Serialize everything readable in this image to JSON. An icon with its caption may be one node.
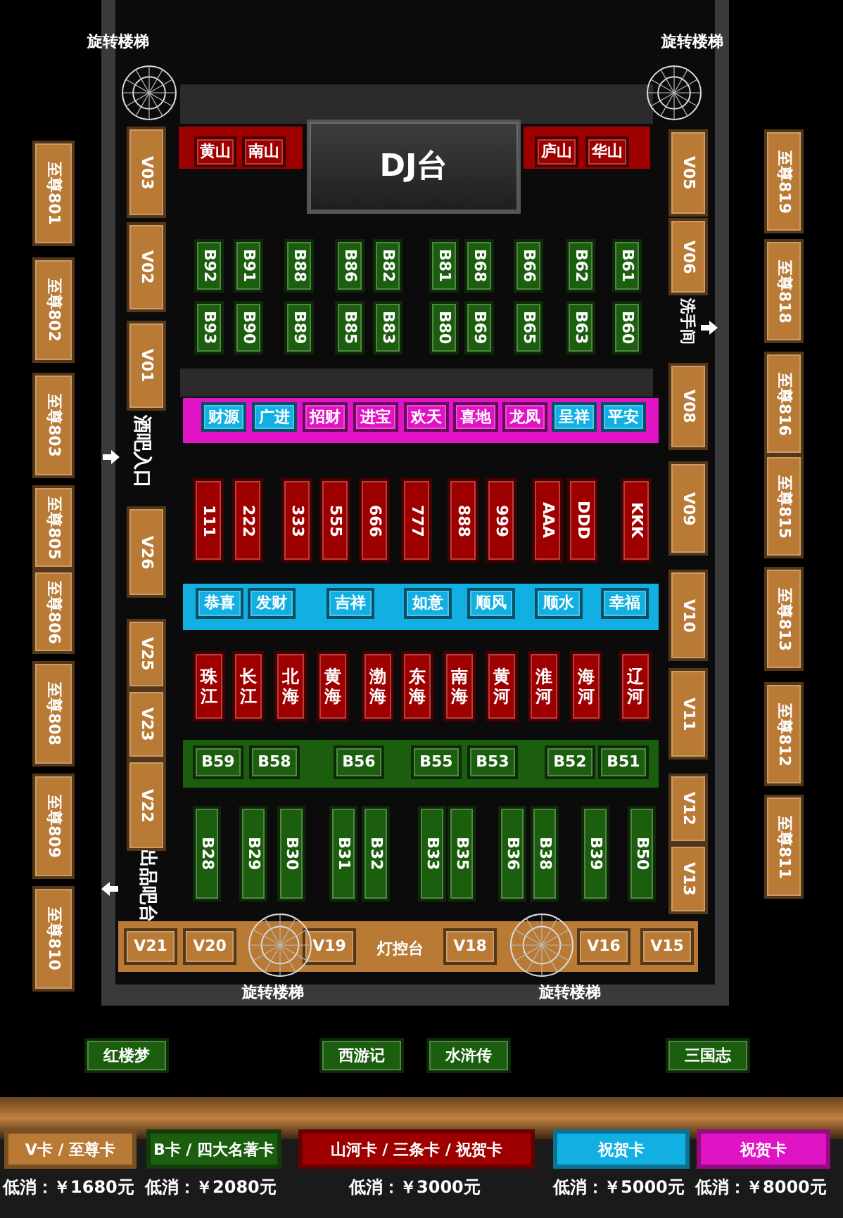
{
  "diagram": {
    "nodes": [
      {
        "text": [
          "黄山"
        ]
      },
      {
        "text": [
          "南山"
        ]
      },
      {
        "text": [
          "DJ台"
        ]
      },
      {
        "text": [
          "庐山"
        ]
      },
      {
        "text": [
          "华山"
        ]
      },
      {
        "text": [
          "B92"
        ]
      },
      {
        "text": [
          "B91"
        ]
      },
      {
        "text": [
          "B88"
        ]
      },
      {
        "text": [
          "B86"
        ]
      },
      {
        "text": [
          "B82"
        ]
      },
      {
        "text": [
          "B81"
        ]
      },
      {
        "text": [
          "B68"
        ]
      },
      {
        "text": [
          "B66"
        ]
      },
      {
        "text": [
          "B62"
        ]
      },
      {
        "text": [
          "B61"
        ]
      },
      {
        "text": [
          "B93"
        ]
      },
      {
        "text": [
          "B90"
        ]
      },
      {
        "text": [
          "B89"
        ]
      },
      {
        "text": [
          "B85"
        ]
      },
      {
        "text": [
          "B83"
        ]
      },
      {
        "text": [
          "B80"
        ]
      },
      {
        "text": [
          "B69"
        ]
      },
      {
        "text": [
          "B65"
        ]
      },
      {
        "text": [
          "B63"
        ]
      },
      {
        "text": [
          "B60"
        ]
      },
      {
        "text": [
          "财源"
        ]
      },
      {
        "text": [
          "广进"
        ]
      },
      {
        "text": [
          "招财"
        ]
      },
      {
        "text": [
          "进宝"
        ]
      },
      {
        "text": [
          "欢天"
        ]
      },
      {
        "text": [
          "喜地"
        ]
      },
      {
        "text": [
          "龙凤"
        ]
      },
      {
        "text": [
          "呈祥"
        ]
      },
      {
        "text": [
          "平安"
        ]
      },
      {
        "text": [
          "111"
        ]
      },
      {
        "text": [
          "222"
        ]
      },
      {
        "text": [
          "333"
        ]
      },
      {
        "text": [
          "555"
        ]
      },
      {
        "text": [
          "666"
        ]
      },
      {
        "text": [
          "777"
        ]
      },
      {
        "text": [
          "888"
        ]
      },
      {
        "text": [
          "999"
        ]
      },
      {
        "text": [
          "AAA"
        ]
      },
      {
        "text": [
          "DDD"
        ]
      },
      {
        "text": [
          "KKK"
        ]
      },
      {
        "text": [
          "恭喜"
        ]
      },
      {
        "text": [
          "发财"
        ]
      },
      {
        "text": [
          "吉祥"
        ]
      },
      {
        "text": [
          "如意"
        ]
      },
      {
        "text": [
          "顺风"
        ]
      },
      {
        "text": [
          "顺水"
        ]
      },
      {
        "text": [
          "幸福"
        ]
      },
      {
        "text": [
          "珠江"
        ]
      },
      {
        "text": [
          "长江"
        ]
      },
      {
        "text": [
          "北海"
        ]
      },
      {
        "text": [
          "黄海"
        ]
      },
      {
        "text": [
          "渤海"
        ]
      },
      {
        "text": [
          "东海"
        ]
      },
      {
        "text": [
          "南海"
        ]
      },
      {
        "text": [
          "黄河"
        ]
      },
      {
        "text": [
          "淮河"
        ]
      },
      {
        "text": [
          "海河"
        ]
      },
      {
        "text": [
          "辽河"
        ]
      },
      {
        "text": [
          "B59"
        ]
      },
      {
        "text": [
          "B58"
        ]
      },
      {
        "text": [
          "B56"
        ]
      },
      {
        "text": [
          "B55"
        ]
      },
      {
        "text": [
          "B53"
        ]
      },
      {
        "text": [
          "B52"
        ]
      },
      {
        "text": [
          "B51"
        ]
      },
      {
        "text": [
          "B28"
        ]
      },
      {
        "text": [
          "B29"
        ]
      },
      {
        "text": [
          "B30"
        ]
      },
      {
        "text": [
          "B31"
        ]
      },
      {
        "text": [
          "B32"
        ]
      },
      {
        "text": [
          "B33"
        ]
      },
      {
        "text": [
          "B35"
        ]
      },
      {
        "text": [
          "B36"
        ]
      },
      {
        "text": [
          "B38"
        ]
      },
      {
        "text": [
          "B39"
        ]
      },
      {
        "text": [
          "B50"
        ]
      },
      {
        "text": [
          "至尊801"
        ]
      },
      {
        "text": [
          "至尊802"
        ]
      },
      {
        "text": [
          "至尊803"
        ]
      },
      {
        "text": [
          "至尊805"
        ]
      },
      {
        "text": [
          "至尊806"
        ]
      },
      {
        "text": [
          "至尊808"
        ]
      },
      {
        "text": [
          "至尊809"
        ]
      },
      {
        "text": [
          "至尊810"
        ]
      },
      {
        "text": [
          "V03"
        ]
      },
      {
        "text": [
          "V02"
        ]
      },
      {
        "text": [
          "V01"
        ]
      },
      {
        "text": [
          "V26"
        ]
      },
      {
        "text": [
          "V25"
        ]
      },
      {
        "text": [
          "V23"
        ]
      },
      {
        "text": [
          "V22"
        ]
      },
      {
        "text": [
          "V05"
        ]
      },
      {
        "text": [
          "V06"
        ]
      },
      {
        "text": [
          "V08"
        ]
      },
      {
        "text": [
          "V09"
        ]
      },
      {
        "text": [
          "V10"
        ]
      },
      {
        "text": [
          "V11"
        ]
      },
      {
        "text": [
          "V12"
        ]
      },
      {
        "text": [
          "V13"
        ]
      },
      {
        "text": [
          "至尊819"
        ]
      },
      {
        "text": [
          "至尊818"
        ]
      },
      {
        "text": [
          "至尊816"
        ]
      },
      {
        "text": [
          "至尊815"
        ]
      },
      {
        "text": [
          "至尊813"
        ]
      },
      {
        "text": [
          "至尊812"
        ]
      },
      {
        "text": [
          "至尊811"
        ]
      },
      {
        "text": [
          "V21"
        ]
      },
      {
        "text": [
          "V20"
        ]
      },
      {
        "text": [
          "V19"
        ]
      },
      {
        "text": [
          "V18"
        ]
      },
      {
        "text": [
          "V16"
        ]
      },
      {
        "text": [
          "V15"
        ]
      },
      {
        "text": [
          "红楼梦"
        ]
      },
      {
        "text": [
          "西游记"
        ]
      },
      {
        "text": [
          "水浒传"
        ]
      },
      {
        "text": [
          "三国志"
        ]
      }
    ],
    "labels": [
      "旋转楼梯",
      "旋转楼梯",
      "洗手间",
      "酒吧入口",
      "出品吧台",
      "灯控台",
      "旋转楼梯",
      "旋转楼梯",
      "低消：￥1680元",
      "低消：￥2080元",
      "低消：￥3000元",
      "低消：￥5000元",
      "低消：￥8000元"
    ],
    "legend": [
      {
        "text": "V卡 / 至尊卡",
        "color": "#b87a35"
      },
      {
        "text": "B卡 / 四大名著卡",
        "color": "#1b5e0e"
      },
      {
        "text": "山河卡 / 三条卡 / 祝贺卡",
        "color": "#9e0000"
      },
      {
        "text": "祝贺卡",
        "color": "#12b0e2"
      },
      {
        "text": "祝贺卡",
        "color": "#e014c4"
      }
    ]
  }
}
